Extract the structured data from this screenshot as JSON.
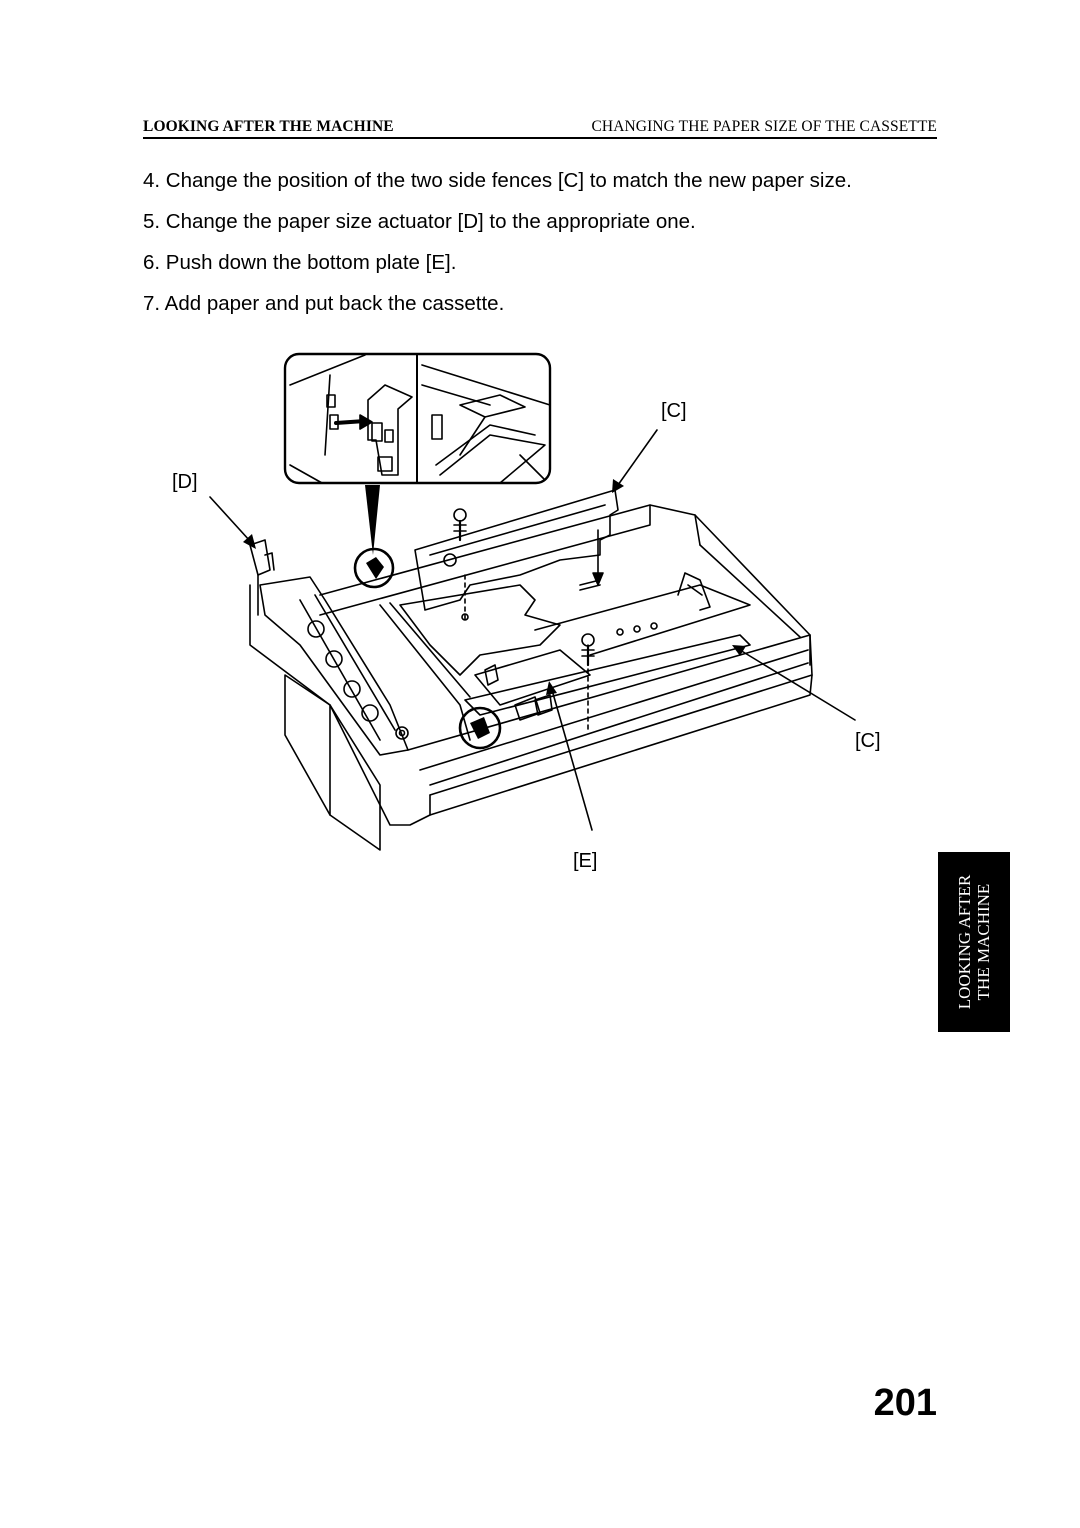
{
  "header": {
    "section": "LOOKING AFTER THE MACHINE",
    "topic": "CHANGING THE PAPER SIZE OF THE CASSETTE"
  },
  "steps": [
    "4. Change the position of the two side fences [C] to match the new paper size.",
    "5. Change the paper size actuator [D] to the appropriate one.",
    "6. Push down the bottom plate [E].",
    "7. Add paper and put back the cassette."
  ],
  "figure": {
    "callouts": {
      "c_top": "[C]",
      "d": "[D]",
      "c_bottom": "[C]",
      "e": "[E]"
    }
  },
  "side_tab": {
    "line1": "LOOKING AFTER",
    "line2": "THE MACHINE"
  },
  "page_number": "201"
}
